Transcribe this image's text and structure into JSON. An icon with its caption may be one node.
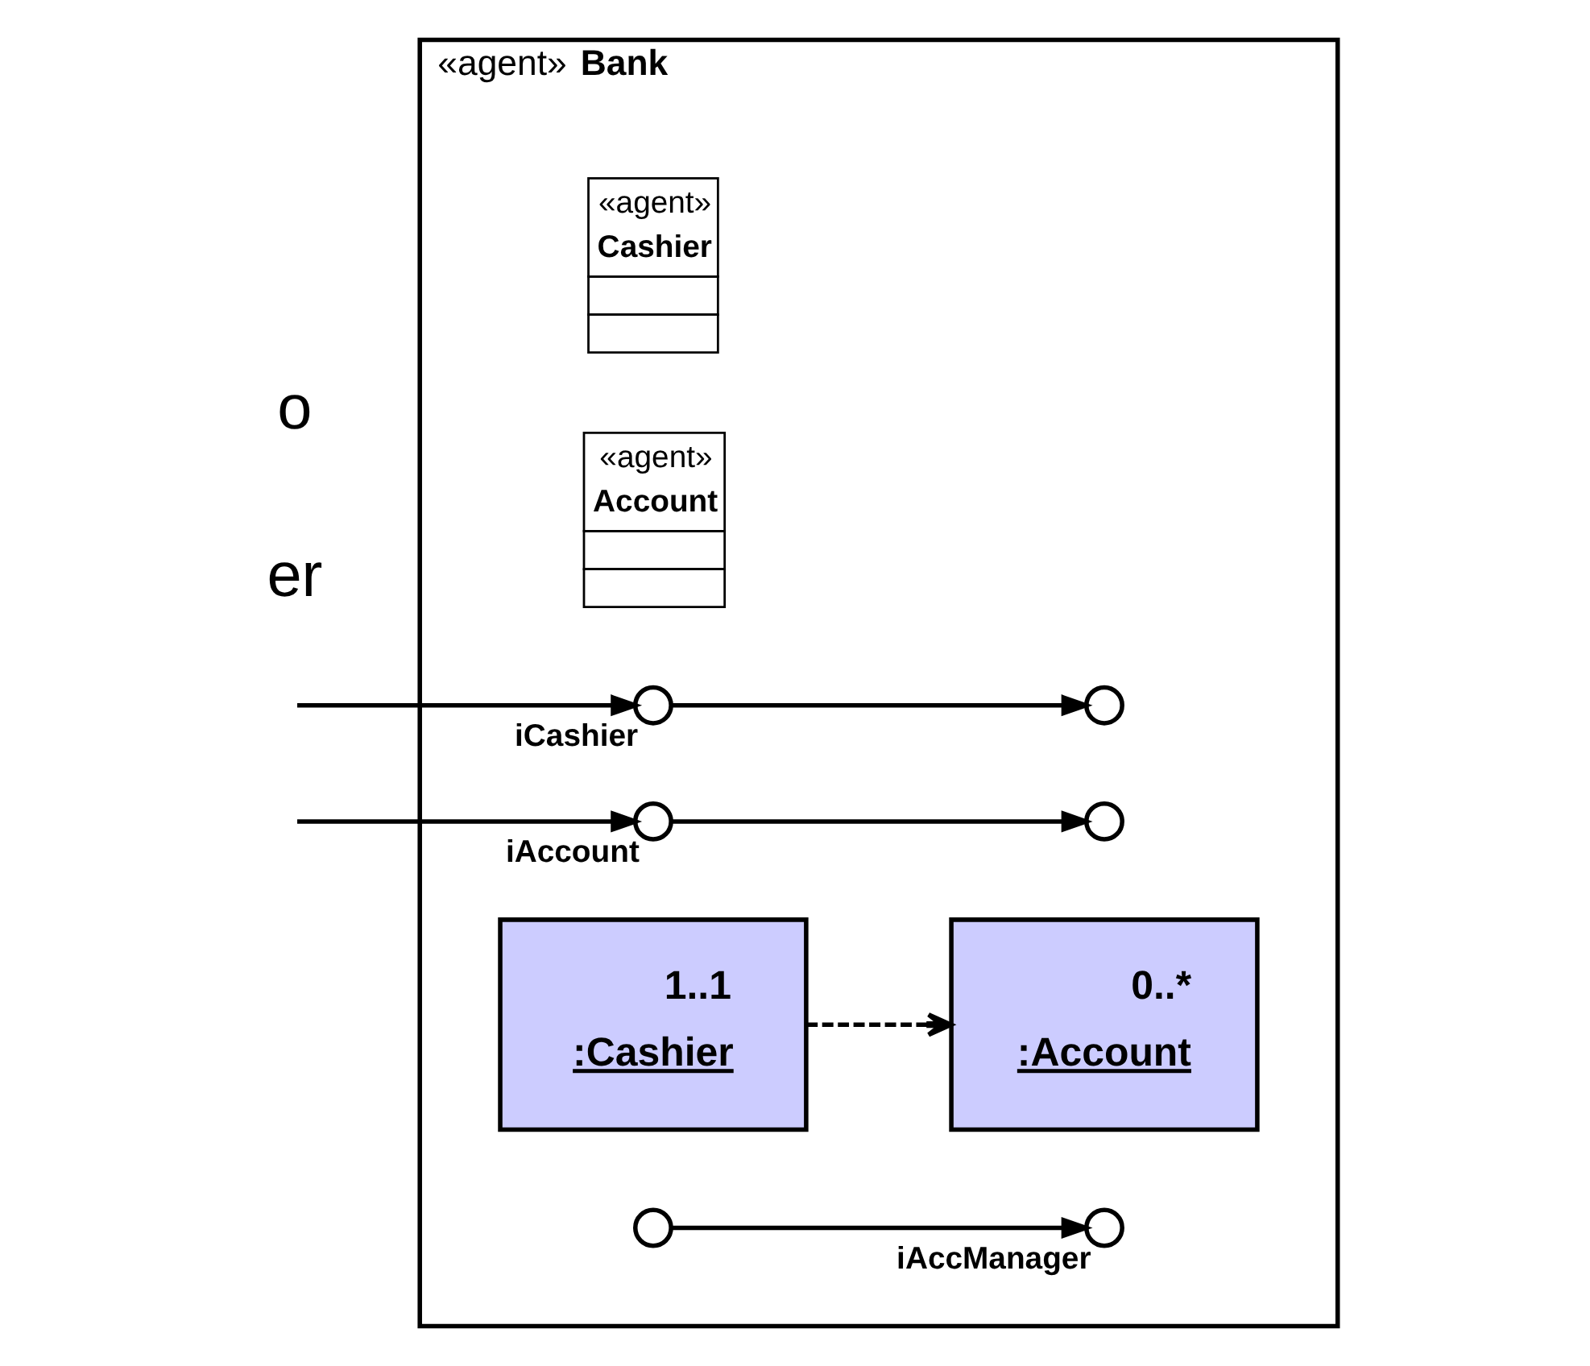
{
  "diagram": {
    "nodes": [
      {
        "text": [
          "«agent»",
          "Bank"
        ]
      },
      {
        "text": [
          "«agent»",
          "Cashier"
        ],
        "in": 0
      },
      {
        "text": [
          "«agent»",
          "Account"
        ],
        "in": 0
      },
      {
        "text": [
          "iCashier"
        ],
        "in": 0
      },
      {
        "text": [
          "iAccount"
        ],
        "in": 0
      },
      {
        "text": [
          "1..1",
          ":Cashier"
        ],
        "in": 0
      },
      {
        "text": [
          "0..*",
          ":Account"
        ],
        "in": 0
      },
      {
        "text": [],
        "shape": "circle",
        "in": 0
      },
      {
        "text": [],
        "shape": "circle",
        "in": 0
      },
      {
        "text": [
          "iAccManager"
        ],
        "in": 0
      },
      {
        "text": [],
        "shape": "circle",
        "in": 0
      }
    ],
    "edges": [
      {
        "from": null,
        "to": 3,
        "arrow": "to"
      },
      {
        "from": 3,
        "to": 7,
        "arrow": "to"
      },
      {
        "from": null,
        "to": 4,
        "arrow": "to"
      },
      {
        "from": 4,
        "to": 10,
        "arrow": "to"
      },
      {
        "from": 8,
        "to": 9,
        "arrow": "to"
      },
      {
        "from": 5,
        "to": 6,
        "arrow": "to",
        "style": "dashed"
      }
    ],
    "labels": [
      "er",
      "o"
    ]
  }
}
